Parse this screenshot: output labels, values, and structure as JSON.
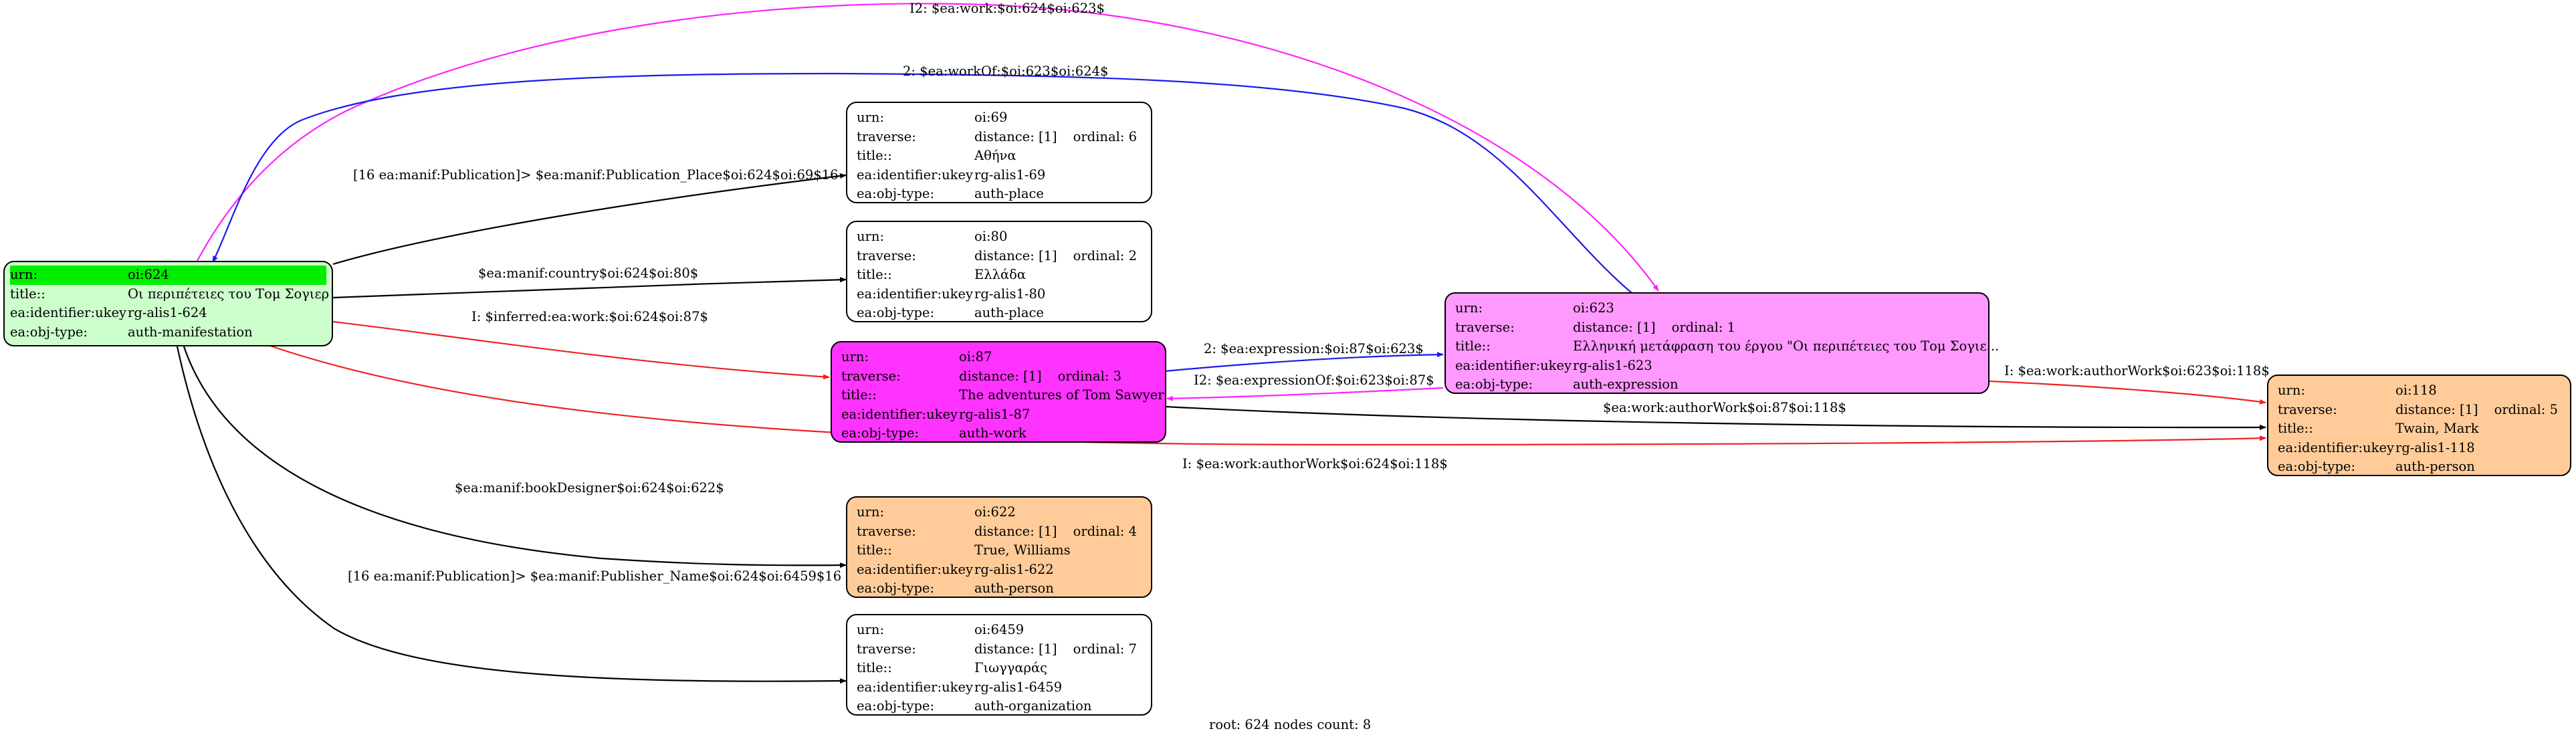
{
  "colors": {
    "manifestation": "#ccffcc",
    "work": "#ff33ff",
    "expression": "#ff99ff",
    "person": "#ffcc99",
    "place": "#ffffff",
    "organization": "#ffffff",
    "root_highlight": "#00ee00",
    "edge_default": "#000000",
    "edge_red": "#ee2222",
    "edge_blue": "#1a1aee",
    "edge_magenta": "#ff22ff"
  },
  "nodes": {
    "oi624": {
      "urn_label": "urn:",
      "urn": "oi:624",
      "title_label": "title::",
      "title": "Οι περιπέτειες του Τομ Σογιερ",
      "ukey_label": "ea:identifier:ukey",
      "ukey": "rg-alis1-624",
      "type_label": "ea:obj-type:",
      "type": "auth-manifestation"
    },
    "oi69": {
      "urn_label": "urn:",
      "urn": "oi:69",
      "traverse_label": "traverse:",
      "distance": "distance: [1]",
      "ordinal": "ordinal: 6",
      "title_label": "title::",
      "title": "Αθήνα",
      "ukey_label": "ea:identifier:ukey",
      "ukey": "rg-alis1-69",
      "type_label": "ea:obj-type:",
      "type": "auth-place"
    },
    "oi80": {
      "urn_label": "urn:",
      "urn": "oi:80",
      "traverse_label": "traverse:",
      "distance": "distance: [1]",
      "ordinal": "ordinal: 2",
      "title_label": "title::",
      "title": "Ελλάδα",
      "ukey_label": "ea:identifier:ukey",
      "ukey": "rg-alis1-80",
      "type_label": "ea:obj-type:",
      "type": "auth-place"
    },
    "oi87": {
      "urn_label": "urn:",
      "urn": "oi:87",
      "traverse_label": "traverse:",
      "distance": "distance: [1]",
      "ordinal": "ordinal: 3",
      "title_label": "title::",
      "title": "The adventures of Tom Sawyer",
      "ukey_label": "ea:identifier:ukey",
      "ukey": "rg-alis1-87",
      "type_label": "ea:obj-type:",
      "type": "auth-work"
    },
    "oi623": {
      "urn_label": "urn:",
      "urn": "oi:623",
      "traverse_label": "traverse:",
      "distance": "distance: [1]",
      "ordinal": "ordinal: 1",
      "title_label": "title::",
      "title": "Ελληνική μετάφραση του έργου \"Οι περιπέτειες του Τομ Σογιε...",
      "ukey_label": "ea:identifier:ukey",
      "ukey": "rg-alis1-623",
      "type_label": "ea:obj-type:",
      "type": "auth-expression"
    },
    "oi118": {
      "urn_label": "urn:",
      "urn": "oi:118",
      "traverse_label": "traverse:",
      "distance": "distance: [1]",
      "ordinal": "ordinal: 5",
      "title_label": "title::",
      "title": "Twain, Mark",
      "ukey_label": "ea:identifier:ukey",
      "ukey": "rg-alis1-118",
      "type_label": "ea:obj-type:",
      "type": "auth-person"
    },
    "oi622": {
      "urn_label": "urn:",
      "urn": "oi:622",
      "traverse_label": "traverse:",
      "distance": "distance: [1]",
      "ordinal": "ordinal: 4",
      "title_label": "title::",
      "title": "True, Williams",
      "ukey_label": "ea:identifier:ukey",
      "ukey": "rg-alis1-622",
      "type_label": "ea:obj-type:",
      "type": "auth-person"
    },
    "oi6459": {
      "urn_label": "urn:",
      "urn": "oi:6459",
      "traverse_label": "traverse:",
      "distance": "distance: [1]",
      "ordinal": "ordinal: 7",
      "title_label": "title::",
      "title": "Γιωγγαράς",
      "ukey_label": "ea:identifier:ukey",
      "ukey": "rg-alis1-6459",
      "type_label": "ea:obj-type:",
      "type": "auth-organization"
    }
  },
  "edges": {
    "work_623": "I2: $ea:work:$oi:624$oi:623$",
    "workof_623": "2: $ea:workOf:$oi:623$oi:624$",
    "pub_place": "[16 ea:manif:Publication]> $ea:manif:Publication_Place$oi:624$oi:69$16",
    "country": "$ea:manif:country$oi:624$oi:80$",
    "inferred_work": "I: $inferred:ea:work:$oi:624$oi:87$",
    "expression": "2: $ea:expression:$oi:87$oi:623$",
    "expression_of": "I2: $ea:expressionOf:$oi:623$oi:87$",
    "expr_author": "I: $ea:work:authorWork$oi:623$oi:118$",
    "work_author": "$ea:work:authorWork$oi:87$oi:118$",
    "manif_author": "I: $ea:work:authorWork$oi:624$oi:118$",
    "designer": "$ea:manif:bookDesigner$oi:624$oi:622$",
    "publisher": "[16 ea:manif:Publication]> $ea:manif:Publisher_Name$oi:624$oi:6459$16"
  },
  "footer": "root: 624 nodes count: 8"
}
